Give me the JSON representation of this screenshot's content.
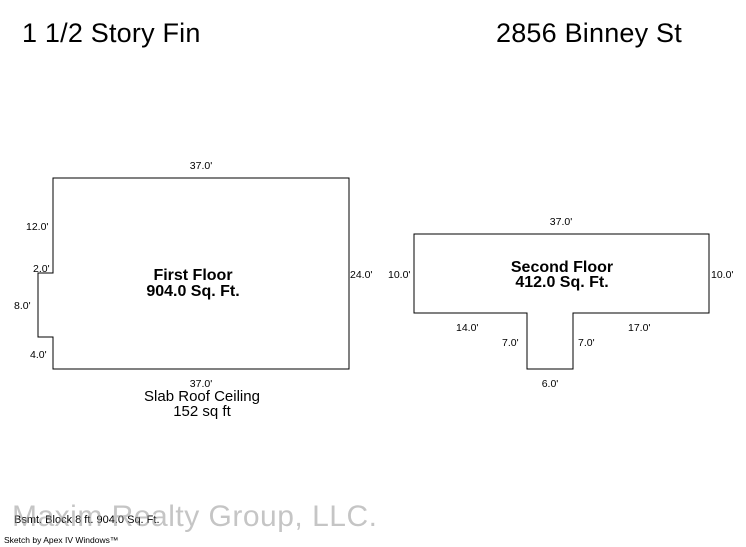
{
  "header": {
    "left_title": "1 1/2 Story Fin",
    "right_title": "2856 Binney St"
  },
  "first_floor": {
    "name": "First Floor",
    "area": "904.0 Sq. Ft.",
    "dims": {
      "top": "37.0'",
      "left_upper": "12.0'",
      "step": "2.0'",
      "left_middle": "8.0'",
      "left_lower": "4.0'",
      "right": "24.0'",
      "bottom": "37.0'"
    }
  },
  "second_floor": {
    "name": "Second Floor",
    "area": "412.0 Sq. Ft.",
    "dims": {
      "top": "37.0'",
      "left": "10.0'",
      "right": "10.0'",
      "bottom_left": "14.0'",
      "stem_left": "7.0'",
      "stem_right": "7.0'",
      "bottom_right": "17.0'",
      "stem_bottom": "6.0'"
    }
  },
  "slab_note": {
    "line1": "Slab Roof Ceiling",
    "line2": "152 sq ft"
  },
  "footer": {
    "obscured_text": "Bsmt. Block 8 ft. 904.0 Sq. Ft.",
    "watermark": "Maxim Realty Group, LLC.",
    "credit": "Sketch by Apex IV Windows™"
  }
}
